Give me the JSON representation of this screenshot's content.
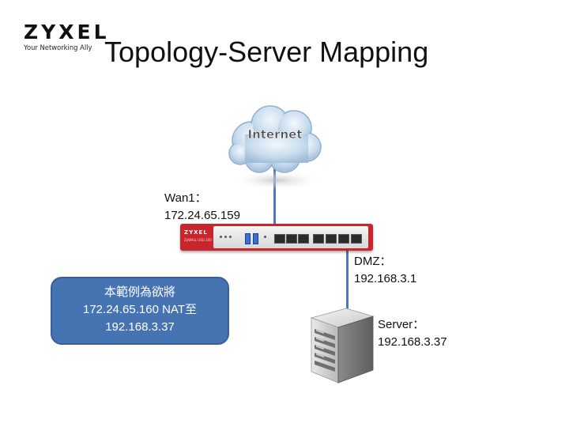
{
  "logo": {
    "brand": "ZYXEL",
    "tagline": "Your Networking Ally"
  },
  "title": "Topology-Server Mapping",
  "internet": {
    "label": "Internet"
  },
  "router": {
    "brand": "ZYXEL",
    "model": "ZyWALL USG 200"
  },
  "wan": {
    "name": "Wan1：",
    "ip": "172.24.65.159"
  },
  "dmz": {
    "name": "DMZ：",
    "ip": "192.168.3.1"
  },
  "server": {
    "name": "Server：",
    "ip": "192.168.3.37"
  },
  "callout": {
    "line1": "本範例為欲將",
    "line2": "172.24.65.160  NAT至",
    "line3": "192.168.3.37"
  },
  "colors": {
    "cable": "#4d79b8",
    "callout_fill": "#4674b3",
    "router_red": "#c8252c",
    "cloud": "#bcd3ea"
  }
}
